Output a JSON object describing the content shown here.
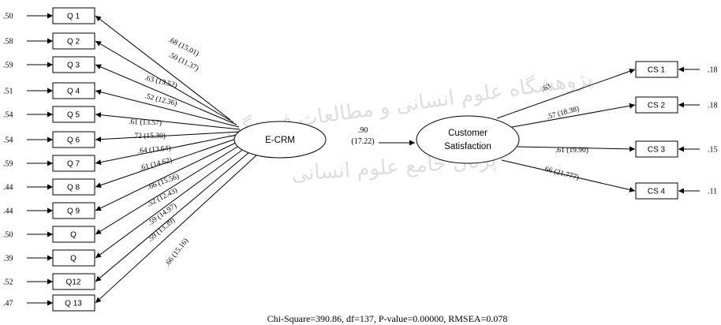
{
  "factors": {
    "ecrm": "E-CRM",
    "cs_line1": "Customer",
    "cs_line2": "Satisfaction"
  },
  "path": {
    "coef": ".90",
    "t": "(17.22)"
  },
  "ecrm_indicators": [
    {
      "name": "Q 1",
      "error": ".50",
      "loading": ".68 (15.01)"
    },
    {
      "name": "Q 2",
      "error": ".58",
      "loading": ".50 (11.37)"
    },
    {
      "name": "Q 3",
      "error": ".59",
      "loading": ".63 (13.52)"
    },
    {
      "name": "Q 4",
      "error": ".51",
      "loading": ".52 (12.36)"
    },
    {
      "name": "Q 5",
      "error": ".54",
      "loading": ".61 (13.57)"
    },
    {
      "name": "Q 6",
      "error": ".54",
      "loading": ".72 (15.30)"
    },
    {
      "name": "Q 7",
      "error": ".59",
      "loading": ".64 (13.64)"
    },
    {
      "name": "Q 8",
      "error": ".44",
      "loading": ".61 (14.62)"
    },
    {
      "name": "Q 9",
      "error": ".44",
      "loading": ".66 (15.56)"
    },
    {
      "name": "Q",
      "error": ".50",
      "loading": ".52 (12.43)"
    },
    {
      "name": "Q",
      "error": ".39",
      "loading": ".59 (14.97)"
    },
    {
      "name": "Q12",
      "error": ".52",
      "loading": ".59 (13.39)"
    },
    {
      "name": "Q 13",
      "error": ".47",
      "loading": ".66 (15.16)"
    }
  ],
  "cs_indicators": [
    {
      "name": "CS 1",
      "error": ".18",
      "loading": ".63"
    },
    {
      "name": "CS 2",
      "error": ".18",
      "loading": ".57 (18.38)"
    },
    {
      "name": "CS 3",
      "error": ".15",
      "loading": ".61 (19.90)"
    },
    {
      "name": "CS 4",
      "error": ".11",
      "loading": ".66 (21.777)"
    }
  ],
  "fit": "Chi-Square=390.86, df=137, P-value=0.00000, RMSEA=0.078",
  "watermark": {
    "line1": "پژوهشگاه علوم انسانی و مطالعات فرهنگی",
    "line2": "پرتال جامع علوم انسانی"
  }
}
